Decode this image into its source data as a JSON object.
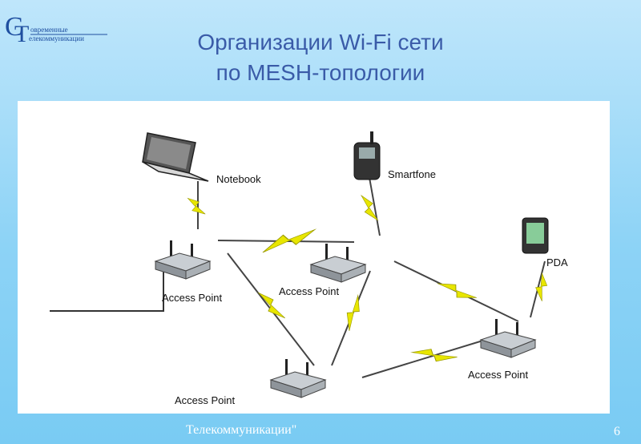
{
  "slide": {
    "title_line1": "Организации Wi-Fi сети",
    "title_line2": "по MESH-топологии",
    "footer_text": "Телекоммуникации\"",
    "slide_number": "6"
  },
  "logo": {
    "text_line1": "овременные",
    "text_line2": "елекоммуникации",
    "letters": "СТ"
  },
  "diagram": {
    "devices": [
      {
        "id": "notebook",
        "label": "Notebook",
        "icon": "laptop-icon"
      },
      {
        "id": "smartphone",
        "label": "Smartfone",
        "icon": "phone-icon"
      },
      {
        "id": "pda",
        "label": "PDA",
        "icon": "pda-icon"
      }
    ],
    "access_points": [
      {
        "id": "ap1",
        "label": "Access Point"
      },
      {
        "id": "ap2",
        "label": "Access Point"
      },
      {
        "id": "ap3",
        "label": "Access Point"
      },
      {
        "id": "ap4",
        "label": "Access Point"
      }
    ],
    "colors": {
      "wireless_link": "#e8e600",
      "device": "#333333",
      "router": "#9aa0a6"
    }
  }
}
